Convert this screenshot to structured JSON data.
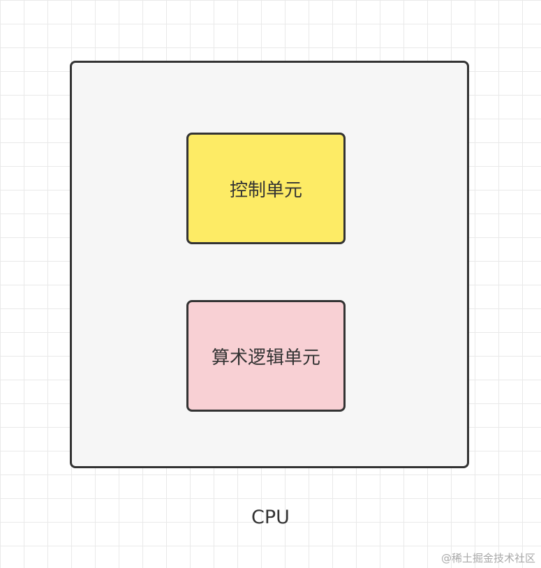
{
  "diagram": {
    "units": {
      "control": "控制单元",
      "alu": "算术逻辑单元"
    },
    "cpu_label": "CPU",
    "colors": {
      "control_fill": "#fdeb65",
      "alu_fill": "#f8d0d4",
      "container_fill": "#f6f6f6",
      "stroke": "#333333"
    }
  },
  "watermark": "@稀土掘金技术社区"
}
